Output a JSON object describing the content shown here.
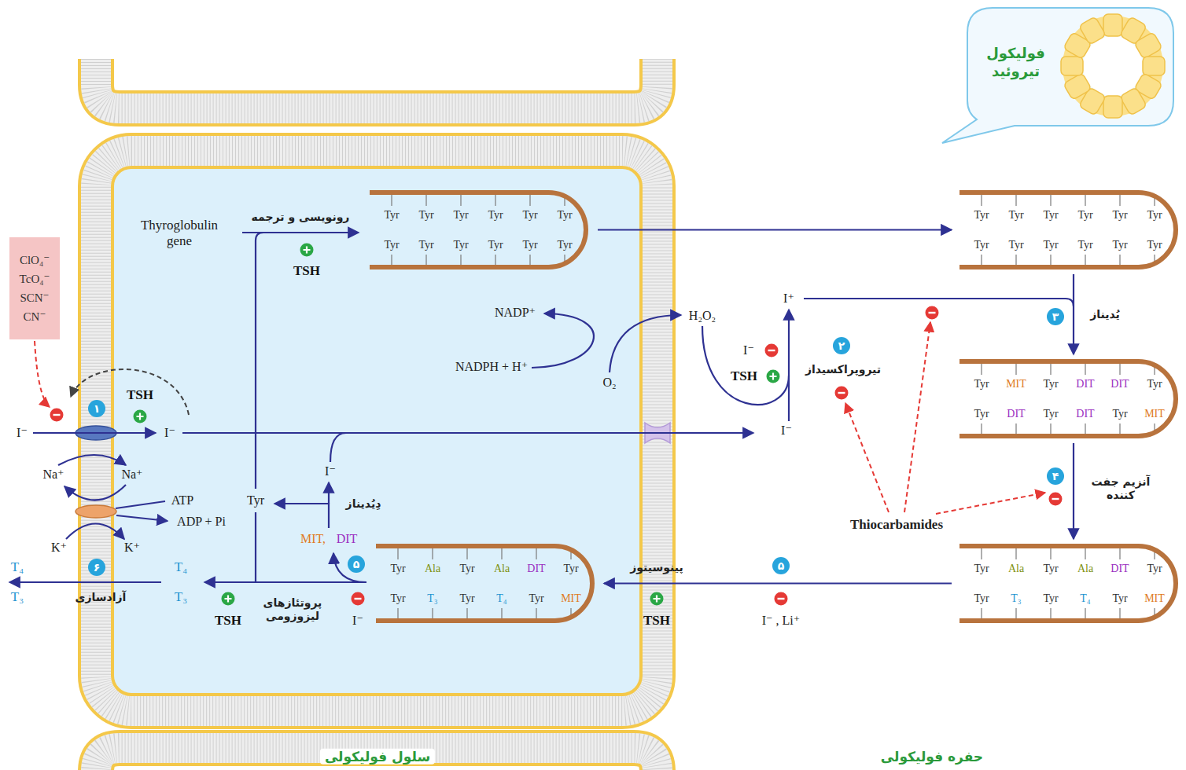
{
  "diagram": {
    "nodes": [
      {
        "text": [
          "فولیکول تیروئید"
        ]
      },
      {
        "text": [
          "ClO₄⁻",
          "TcO₄⁻",
          "SCN⁻",
          "CN⁻"
        ]
      },
      {
        "text": [
          "Tyr",
          "Tyr",
          "Tyr",
          "Tyr",
          "Tyr",
          "Tyr",
          "Tyr",
          "Tyr",
          "Tyr",
          "Tyr",
          "Tyr",
          "Tyr"
        ]
      },
      {
        "text": [
          "Tyr",
          "Tyr",
          "Tyr",
          "Tyr",
          "Tyr",
          "Tyr",
          "Tyr",
          "Tyr",
          "Tyr",
          "Tyr",
          "Tyr",
          "Tyr"
        ]
      },
      {
        "text": [
          "Tyr",
          "MIT",
          "Tyr",
          "DIT",
          "DIT",
          "Tyr",
          "Tyr",
          "DIT",
          "Tyr",
          "DIT",
          "Tyr",
          "MIT"
        ]
      },
      {
        "text": [
          "Tyr",
          "Ala",
          "Tyr",
          "Ala",
          "DIT",
          "Tyr",
          "Tyr",
          "T₃",
          "Tyr",
          "T₄",
          "Tyr",
          "MIT"
        ]
      },
      {
        "text": [
          "Tyr",
          "Ala",
          "Tyr",
          "Ala",
          "DIT",
          "Tyr",
          "Tyr",
          "T₃",
          "Tyr",
          "T₄",
          "Tyr",
          "MIT"
        ]
      }
    ],
    "edges": [
      {
        "from": 2,
        "to": 3,
        "arrow": "to"
      },
      {
        "from": 3,
        "to": 4,
        "label": "یُدیناز",
        "arrow": "to"
      },
      {
        "from": 4,
        "to": 5,
        "label": "آنزیم جفت کننده",
        "arrow": "to"
      },
      {
        "from": 5,
        "to": 6,
        "label": "پینوسیتوز",
        "arrow": "to"
      }
    ],
    "labels": [
      "۱",
      "TSH",
      "I⁻",
      "I⁻",
      "Na⁺",
      "Na⁺",
      "ATP",
      "ADP + Pi",
      "K⁺",
      "K⁺",
      "۶",
      "T₄",
      "T₃",
      "آزادسازی",
      "T₄",
      "T₃",
      "پروتئازهای لیزوزومی",
      "TSH",
      "۵",
      "I⁻",
      "MIT,",
      "DIT",
      "Tyr",
      "دِیُدیناز",
      "I⁻",
      "Thyroglobulin gene",
      "رونویسی و ترجمه",
      "TSH",
      "NADP⁺",
      "NADPH + H⁺",
      "O₂",
      "H₂O₂",
      "I⁺",
      "I⁻",
      "TSH",
      "۲",
      "تیروپراکسیداز",
      "I⁻",
      "۳",
      "۴",
      "Thiocarbamides",
      "۵",
      "TSH",
      "I⁻ , Li⁺",
      "سلول فولیکولی",
      "حفره فولیکولی"
    ]
  }
}
